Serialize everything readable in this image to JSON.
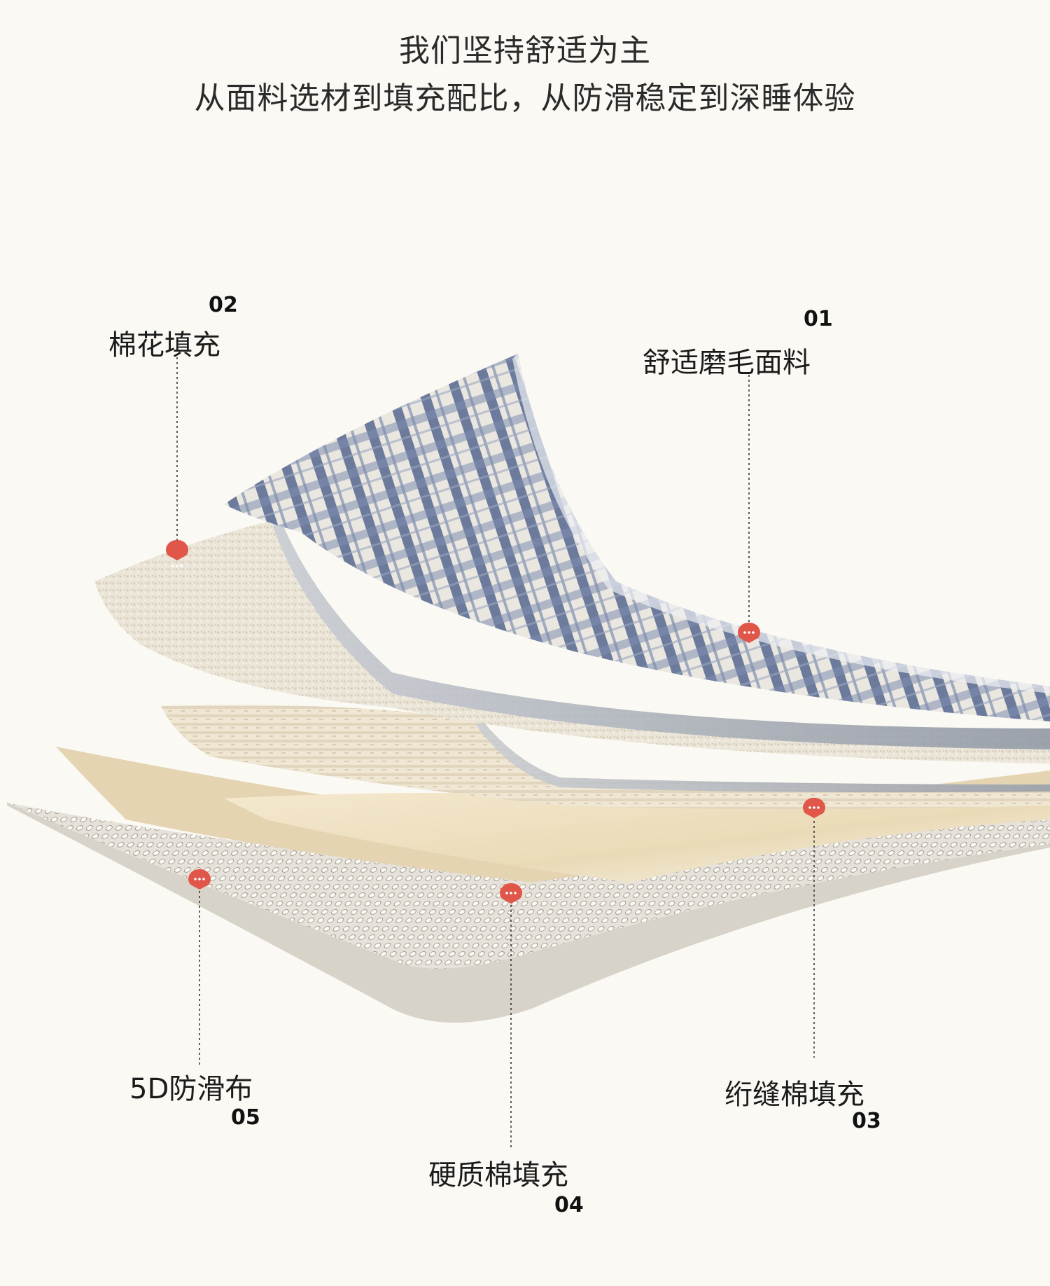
{
  "header": {
    "line1": "我们坚持舒适为主",
    "line2": "从面料选材到填充配比，从防滑稳定到深睡体验"
  },
  "layers": [
    {
      "number": "01",
      "name": "舒适磨毛面料"
    },
    {
      "number": "02",
      "name": "棉花填充"
    },
    {
      "number": "03",
      "name": "绗缝棉填充"
    },
    {
      "number": "04",
      "name": "硬质棉填充"
    },
    {
      "number": "05",
      "name": "5D防滑布"
    }
  ],
  "colors": {
    "background": "#fbf9f4",
    "marker": "#e0574a",
    "plaid_blue": "#4d6288",
    "cotton": "#e9e3d6",
    "padding": "#f1e4c8",
    "mesh": "#cfcbc3"
  },
  "icons": {
    "marker": "chat-bubble-marker-icon"
  }
}
